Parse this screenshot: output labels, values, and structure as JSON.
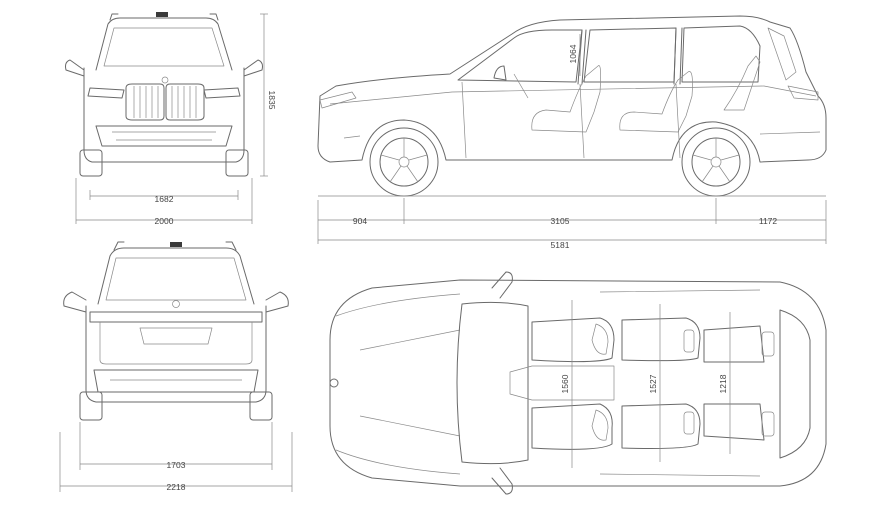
{
  "diagram": {
    "views": [
      "front",
      "side",
      "rear",
      "top"
    ],
    "dimensions": {
      "front_height": "1835",
      "front_track": "1682",
      "front_width": "2000",
      "side_front_overhang": "904",
      "side_wheelbase": "3105",
      "side_rear_overhang": "1172",
      "side_length": "5181",
      "side_headroom": "1064",
      "rear_track": "1703",
      "rear_width_mirrors": "2218",
      "top_width_row1": "1560",
      "top_width_row2": "1527",
      "top_width_row3": "1218"
    },
    "colors": {
      "line": "#6a6a6a",
      "dimension": "#888888",
      "background": "#ffffff"
    }
  }
}
